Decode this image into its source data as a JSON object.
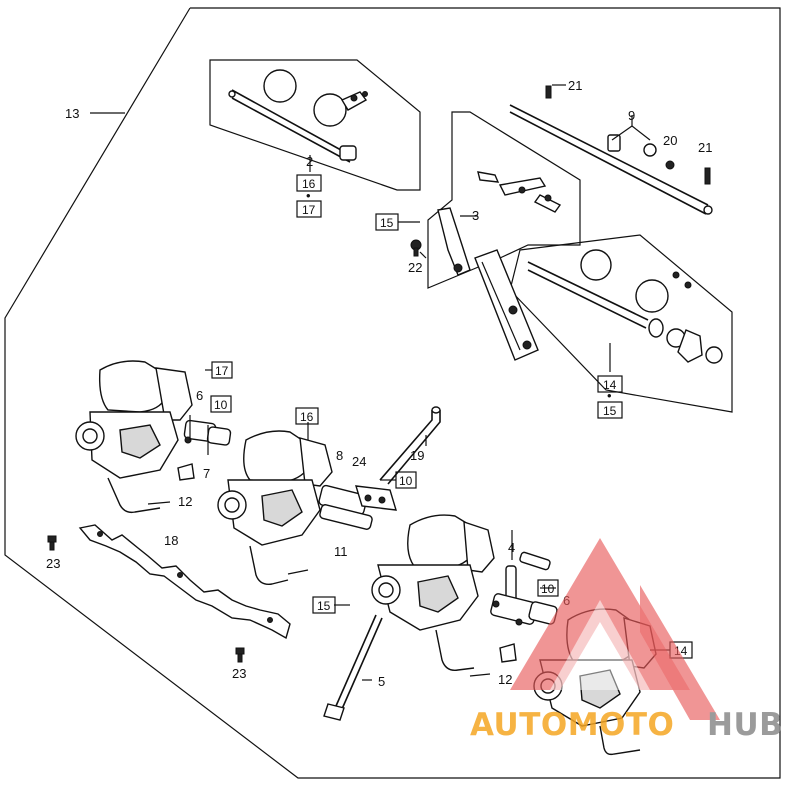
{
  "callouts": {
    "c2": "2",
    "c3": "3",
    "c4": "4",
    "c5": "5",
    "c6a": "6",
    "c6b": "6",
    "c7": "7",
    "c8": "8",
    "c9": "9",
    "c11": "11",
    "c12a": "12",
    "c12b": "12",
    "c13": "13",
    "c18": "18",
    "c19": "19",
    "c20": "20",
    "c21a": "21",
    "c21b": "21",
    "c22": "22",
    "c23a": "23",
    "c23b": "23",
    "c24": "24"
  },
  "boxed_callouts": {
    "b16a": "16",
    "b17a": "17",
    "b15a": "15",
    "b14a": "14",
    "b15b": "15",
    "b17b": "17",
    "b10a": "10",
    "b16b": "16",
    "b10b": "10",
    "b15c": "15",
    "b10c": "10",
    "b14b": "14"
  },
  "watermark": {
    "part1": "AUTOMOTO",
    "part2": "HUB",
    "color_red": "#e85a5a",
    "color_orange": "#f5a623",
    "color_gray": "#8a8a8a"
  }
}
